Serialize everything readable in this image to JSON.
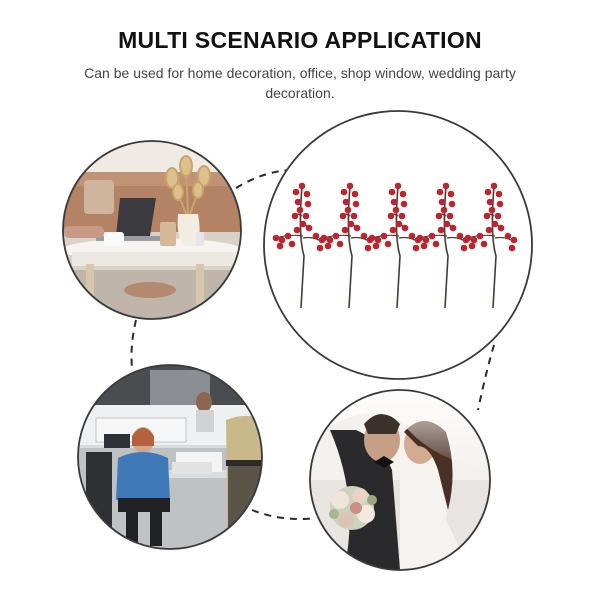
{
  "header": {
    "title": "MULTI SCENARIO APPLICATION",
    "subtitle": "Can be used for home decoration, office, shop window, wedding party decoration."
  },
  "colors": {
    "berry": "#c0232d",
    "stem": "#4a3a30",
    "ring": "#3a3a3a",
    "dash": "#2a2a2a"
  },
  "scenes": [
    {
      "name": "home-table",
      "icon": "living-room-photo"
    },
    {
      "name": "office",
      "icon": "office-photo"
    },
    {
      "name": "wedding",
      "icon": "wedding-photo"
    }
  ],
  "product": {
    "stem_count": 5
  }
}
